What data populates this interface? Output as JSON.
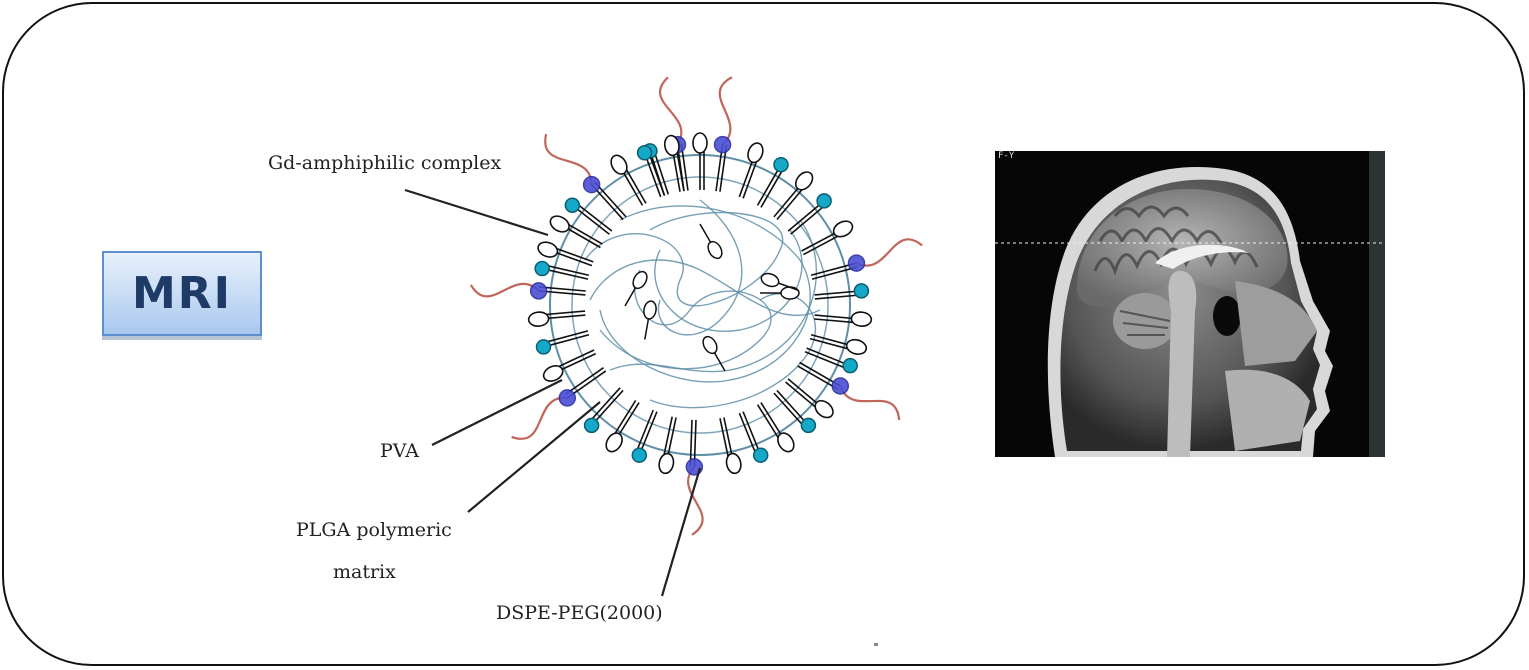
{
  "mri_badge": {
    "label": "MRI"
  },
  "labels": {
    "gd_complex": "Gd-amphiphilic complex",
    "pva": "PVA",
    "plga_line1": "PLGA polymeric",
    "plga_line2": "matrix",
    "dspe_peg": "DSPE-PEG(2000)"
  },
  "mri_scan": {
    "corner_tag": "F-Y"
  },
  "colors": {
    "border": "#111111",
    "badge_fill": "#b9d2f1",
    "badge_text": "#1d3b66",
    "shell": "#5f8fa8",
    "peg_chain": "#c0675c",
    "gd_head": "#4a4fd4",
    "pva_head": "#16a8c8",
    "lipid_head": "#ffffff"
  }
}
